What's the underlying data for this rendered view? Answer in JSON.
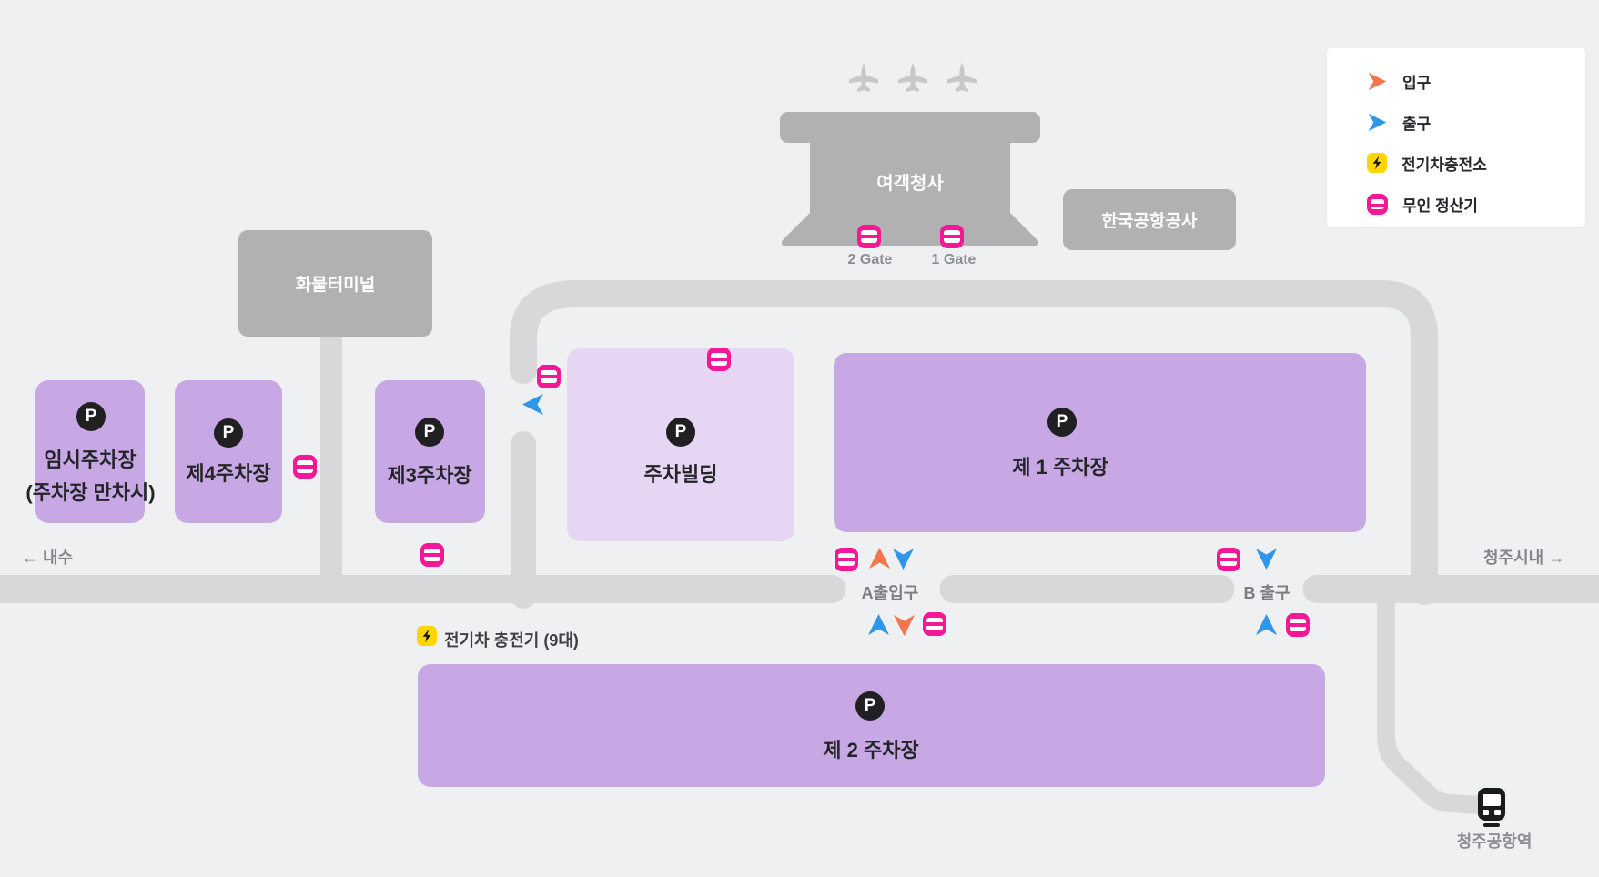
{
  "legend": {
    "items": [
      {
        "icon": "entrance-arrow-icon",
        "label": "입구",
        "color": "#f4764f"
      },
      {
        "icon": "exit-arrow-icon",
        "label": "출구",
        "color": "#2e97e9"
      },
      {
        "icon": "ev-charger-icon",
        "label": "전기차충전소",
        "color": "#ffd500"
      },
      {
        "icon": "payment-machine-icon",
        "label": "무인 정산기",
        "color": "#f41896"
      }
    ]
  },
  "buildings": {
    "terminal": {
      "label": "여객청사"
    },
    "cargo": {
      "label": "화물터미널"
    },
    "kac": {
      "label": "한국공항공사"
    }
  },
  "gates": {
    "gate2": "2 Gate",
    "gate1": "1 Gate"
  },
  "parking": {
    "icon_letter": "P",
    "temp": {
      "label": "임시주차장",
      "sublabel": "(주차장 만차시)"
    },
    "lot4": {
      "label": "제4주차장"
    },
    "lot3": {
      "label": "제3주차장"
    },
    "building": {
      "label": "주차빌딩"
    },
    "lot1": {
      "label": "제 1 주차장"
    },
    "lot2": {
      "label": "제 2 주차장"
    }
  },
  "labels": {
    "a_gate": "A출입구",
    "b_exit": "B 출구",
    "west": "← 내수",
    "east": "청주시내 →",
    "ev_note": "전기차 충전기 (9대)",
    "station": "청주공항역"
  },
  "colors": {
    "background": "#eff0f2",
    "road": "#d8d8da",
    "building_gray": "#b1b1b3",
    "parking_purple": "#c8a8e4",
    "parking_building_purple": "#e6d6f3",
    "payment_pink": "#f41896",
    "ev_yellow": "#ffd500",
    "entrance_orange": "#f4764f",
    "exit_blue": "#2e97e9"
  }
}
